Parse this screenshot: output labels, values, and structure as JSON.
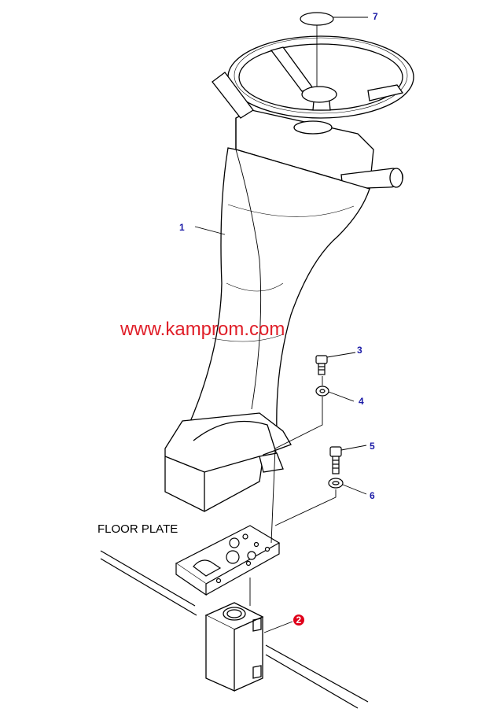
{
  "diagram": {
    "watermark": "www.kamprom.com",
    "floor_plate_label": "FLOOR PLATE",
    "callouts": [
      {
        "id": "1",
        "text": "1"
      },
      {
        "id": "2",
        "text": "2"
      },
      {
        "id": "3",
        "text": "3"
      },
      {
        "id": "4",
        "text": "4"
      },
      {
        "id": "5",
        "text": "5"
      },
      {
        "id": "6",
        "text": "6"
      },
      {
        "id": "7",
        "text": "7"
      }
    ],
    "colors": {
      "callout_text": "#1a1aa6",
      "callout_highlight": "#e0001a",
      "watermark": "#e0202a",
      "line": "#000000"
    }
  }
}
